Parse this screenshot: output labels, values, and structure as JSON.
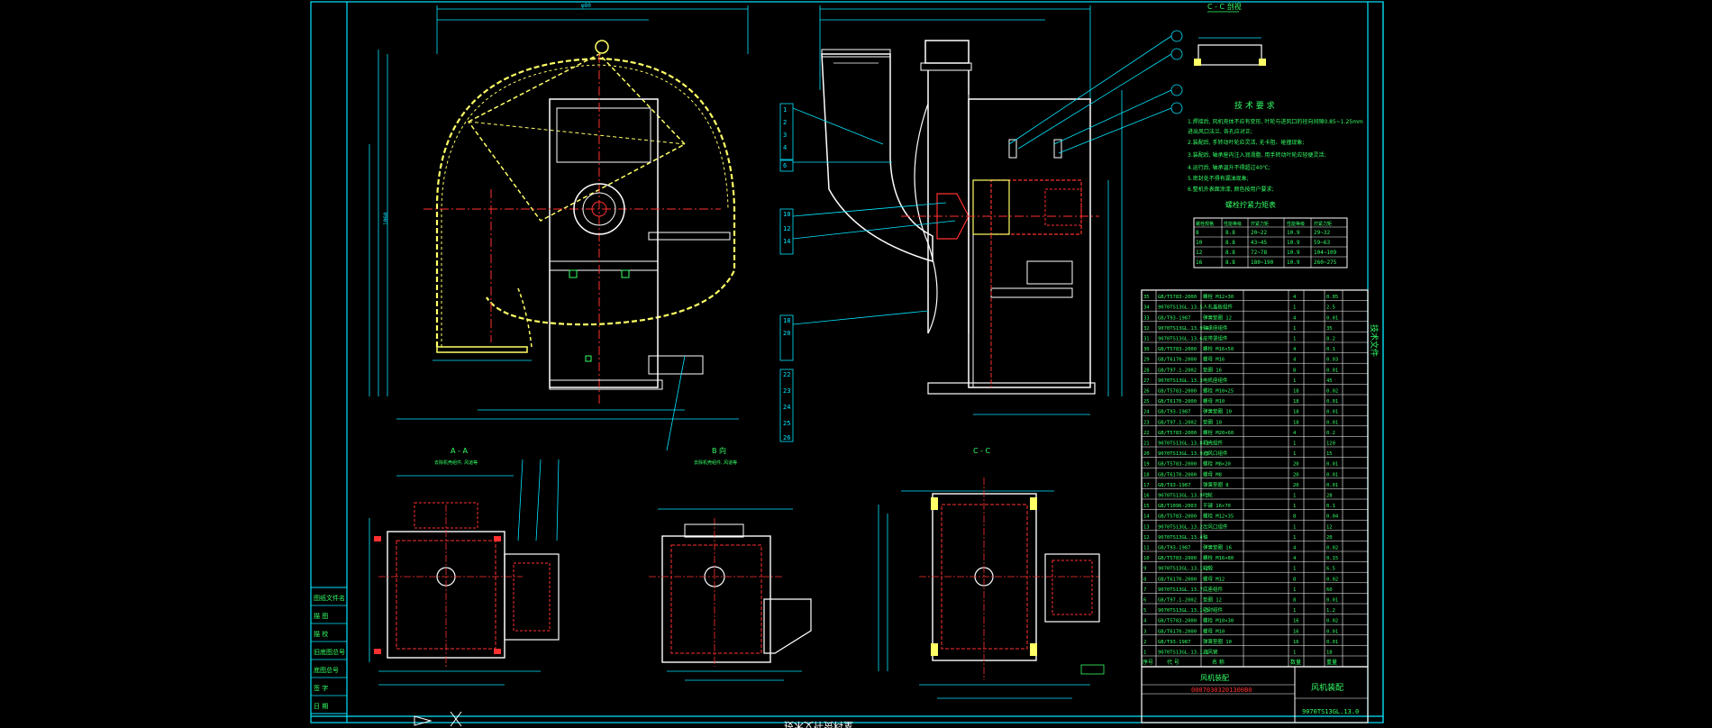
{
  "sheet": {
    "section_cc_top": "C - C 剖视",
    "tech_title": "技 术 要 求",
    "tech_lines": [
      "1.焊接后, 风机壳体不应有变形, 叶轮与进风口的径向间隙0.85~1.25mm",
      "   进出风口法兰, 各孔应对正;",
      "2.装配后, 手转动叶轮应灵活, 无卡阻、碰撞现象;",
      "3.装配后, 轴承座内注入润滑脂, 用手转动叶轮应轻便灵活;",
      "4.运行后, 轴承温升不得超过40℃;",
      "5.密封处不得有漏油现象;",
      "6.整机外表面涂漆, 颜色按用户要求;"
    ],
    "bolt_table_title": "螺栓拧紧力矩表",
    "bolt_table_headers": [
      "螺栓规格",
      "性能等级",
      "拧紧力矩",
      "性能等级",
      "拧紧力矩"
    ],
    "bolt_table_rows": [
      [
        "8",
        "8.8",
        "20~22",
        "10.9",
        "29~32"
      ],
      [
        "10",
        "8.8",
        "43~45",
        "10.9",
        "59~63"
      ],
      [
        "12",
        "8.8",
        "72~78",
        "10.9",
        "104~109"
      ],
      [
        "16",
        "8.8",
        "180~190",
        "10.9",
        "260~275"
      ]
    ],
    "view_aa_title": "A - A",
    "view_aa_sub": "去除机壳组件, 风道等",
    "view_b_title": "B 向",
    "view_b_sub": "去除机壳组件, 风道等",
    "view_cc_title": "C - C",
    "bom_rows": [
      [
        "35",
        "GB/T5783-2000",
        "螺栓 M12×30",
        "4",
        "0.05"
      ],
      [
        "34",
        "9070TS13GL.13.5",
        "人孔盖板组件",
        "1",
        "2.5"
      ],
      [
        "33",
        "GB/T93-1987",
        "弹簧垫圈 12",
        "4",
        "0.01"
      ],
      [
        "32",
        "9070TS13GL.13.9-4",
        "轴承座组件",
        "1",
        "35"
      ],
      [
        "31",
        "9070TS13GL.13.6",
        "皮带罩组件",
        "1",
        "8.2"
      ],
      [
        "30",
        "GB/T5783-2000",
        "螺栓 M16×50",
        "4",
        "0.1"
      ],
      [
        "29",
        "GB/T6170-2000",
        "螺母 M16",
        "4",
        "0.03"
      ],
      [
        "28",
        "GB/T97.1-2002",
        "垫圈 16",
        "8",
        "0.01"
      ],
      [
        "27",
        "9070TS13GL.13.3",
        "电机座组件",
        "1",
        "45"
      ],
      [
        "26",
        "GB/T5783-2000",
        "螺栓 M10×25",
        "18",
        "0.02"
      ],
      [
        "25",
        "GB/T6170-2000",
        "螺母 M10",
        "18",
        "0.01"
      ],
      [
        "24",
        "GB/T93-1987",
        "弹簧垫圈 10",
        "18",
        "0.01"
      ],
      [
        "23",
        "GB/T97.1-2002",
        "垫圈 10",
        "18",
        "0.01"
      ],
      [
        "22",
        "GB/T5783-2000",
        "螺栓 M20×60",
        "4",
        "0.2"
      ],
      [
        "21",
        "9070TS13GL.13.8-3",
        "机壳组件",
        "1",
        "120"
      ],
      [
        "20",
        "9070TS13GL.13.9-3",
        "进风口组件",
        "1",
        "15"
      ],
      [
        "19",
        "GB/T5783-2000",
        "螺栓 M8×20",
        "20",
        "0.01"
      ],
      [
        "18",
        "GB/T6170-2000",
        "螺母 M8",
        "20",
        "0.01"
      ],
      [
        "17",
        "GB/T93-1987",
        "弹簧垫圈 8",
        "20",
        "0.01"
      ],
      [
        "16",
        "9070TS13GL.13.9-2",
        "叶轮",
        "1",
        "28"
      ],
      [
        "15",
        "GB/T1096-2003",
        "平键 16×70",
        "1",
        "0.1"
      ],
      [
        "14",
        "GB/T5783-2000",
        "螺栓 M12×35",
        "8",
        "0.04"
      ],
      [
        "13",
        "9070TS13GL.13.2",
        "出风口组件",
        "1",
        "12"
      ],
      [
        "12",
        "9070TS13GL.13.4",
        "轴",
        "1",
        "20"
      ],
      [
        "11",
        "GB/T93-1987",
        "弹簧垫圈 16",
        "4",
        "0.02"
      ],
      [
        "10",
        "GB/T5783-2000",
        "螺栓 M16×80",
        "4",
        "0.15"
      ],
      [
        "9",
        "9070TS13GL.13.1-2",
        "轮毂",
        "1",
        "6.5"
      ],
      [
        "8",
        "GB/T6170-2000",
        "螺母 M12",
        "8",
        "0.02"
      ],
      [
        "7",
        "9070TS13GL.13.7",
        "底座组件",
        "1",
        "60"
      ],
      [
        "6",
        "GB/T97.1-2002",
        "垫圈 12",
        "8",
        "0.01"
      ],
      [
        "5",
        "9070TS13GL.13.1-3",
        "密封组件",
        "1",
        "1.2"
      ],
      [
        "4",
        "GB/T5783-2000",
        "螺栓 M10×30",
        "16",
        "0.02"
      ],
      [
        "3",
        "GB/T6170-2000",
        "螺母 M10",
        "16",
        "0.01"
      ],
      [
        "2",
        "GB/T93-1987",
        "弹簧垫圈 10",
        "16",
        "0.01"
      ],
      [
        "1",
        "9070TS13GL.13.1-1",
        "进风管",
        "1",
        "18"
      ]
    ],
    "bom_header": [
      "序号",
      "代 号",
      "名 称",
      "数量",
      "重量"
    ],
    "title_block_name": "风机装配",
    "title_block_drawing_no": "9070TS13GL.13.0",
    "title_block_stamp": "00070303201300B0",
    "title_block_left_labels": [
      "图纸文件名",
      "描 图",
      "描 校",
      "旧底图总号",
      "底图总号",
      "签 字",
      "日 期"
    ],
    "side_vertical": "技术文件",
    "bottom_caption": "技术文件资料室",
    "accent": "#00e5ff",
    "line_white": "#ffffff",
    "line_yellow": "#ffff66",
    "line_red": "#ff3030",
    "line_green": "#33ff66"
  }
}
